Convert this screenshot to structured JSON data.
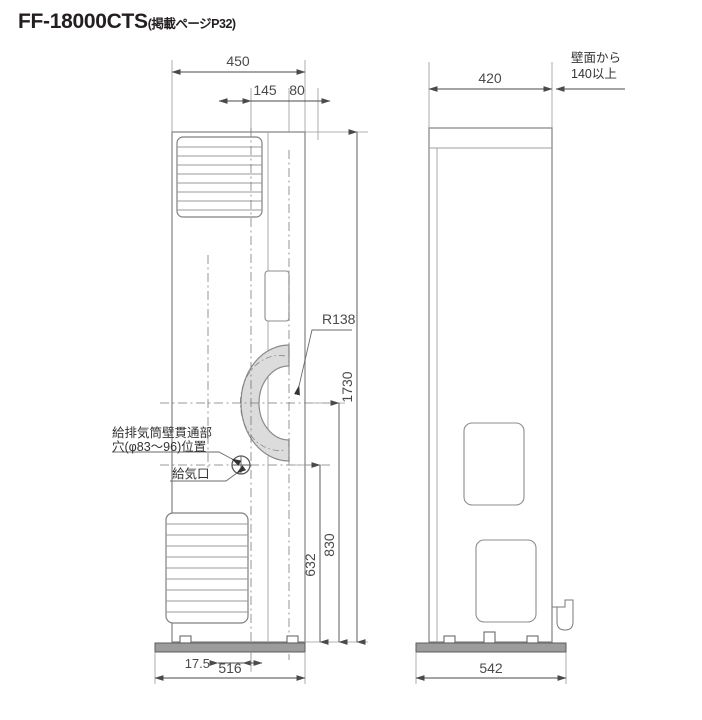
{
  "document": {
    "type": "technical-drawing",
    "title_model": "FF-18000CTS",
    "title_sub": "(掲載ページP32)",
    "background_color": "#ffffff",
    "line_color": "#808080",
    "dark_line_color": "#4a4a4a",
    "fill_gray": "#dcdcdc"
  },
  "front_view": {
    "name": "front-elevation",
    "dimensions": {
      "overall_width": "450",
      "offset_a": "145",
      "offset_b": "80",
      "overall_height": "1730",
      "flue_height": "830",
      "intake_height": "632",
      "base_width": "516",
      "base_offset": "17.5",
      "flue_radius": "R138"
    },
    "annotations": [
      {
        "id": "flue-wall-penetration",
        "line1": "給排気筒壁貫通部",
        "line2": "穴(φ83〜96)位置"
      },
      {
        "id": "air-intake",
        "line1": "給気口"
      }
    ],
    "features": {
      "top_grille_louvers": 8,
      "bottom_grille_louvers": 9,
      "control_panel": "control-panel-rect",
      "flue_pipe": "c-shaped-flue"
    }
  },
  "side_view": {
    "name": "side-elevation",
    "dimensions": {
      "depth": "420",
      "base_depth": "542"
    },
    "annotations": [
      {
        "id": "wall-clearance",
        "line1": "壁面から",
        "line2": "140以上"
      }
    ],
    "features": {
      "upper_access_panel": "access-panel-upper",
      "lower_access_panel": "access-panel-lower",
      "drain_fitting": "drain-fitting"
    }
  }
}
